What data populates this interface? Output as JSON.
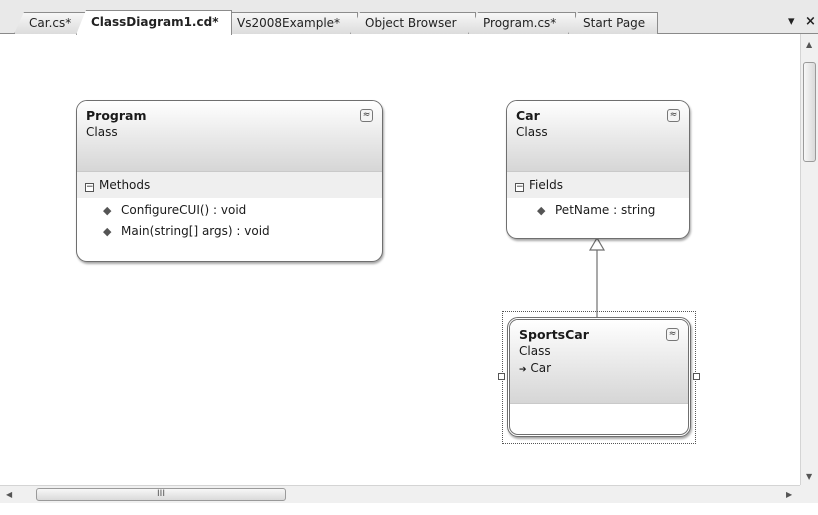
{
  "tabs": [
    {
      "label": "Car.cs*",
      "active": false
    },
    {
      "label": "ClassDiagram1.cd*",
      "active": true
    },
    {
      "label": "Vs2008Example*",
      "active": false
    },
    {
      "label": "Object Browser",
      "active": false
    },
    {
      "label": "Program.cs*",
      "active": false
    },
    {
      "label": "Start Page",
      "active": false
    }
  ],
  "tab_controls": {
    "dropdown_glyph": "▾",
    "close_glyph": "×"
  },
  "classes": {
    "program": {
      "name": "Program",
      "kind": "Class",
      "collapse_glyph": "≈",
      "compartment": "Methods",
      "members": [
        {
          "icon": "method-icon",
          "text": "ConfigureCUI() : void"
        },
        {
          "icon": "method-icon",
          "text": "Main(string[] args) : void"
        }
      ]
    },
    "car": {
      "name": "Car",
      "kind": "Class",
      "collapse_glyph": "≈",
      "compartment": "Fields",
      "members": [
        {
          "icon": "field-icon",
          "text": "PetName : string"
        }
      ]
    },
    "sportscar": {
      "name": "SportsCar",
      "kind": "Class",
      "collapse_glyph": "≈",
      "base_class": "Car",
      "base_glyph": "➔"
    }
  },
  "scrollbars": {
    "horizontal_thumb_grip": "III"
  },
  "colors": {
    "border": "#6f6f6f",
    "header_gradient_end": "#d6d6d6",
    "section_bg": "#efefef"
  }
}
